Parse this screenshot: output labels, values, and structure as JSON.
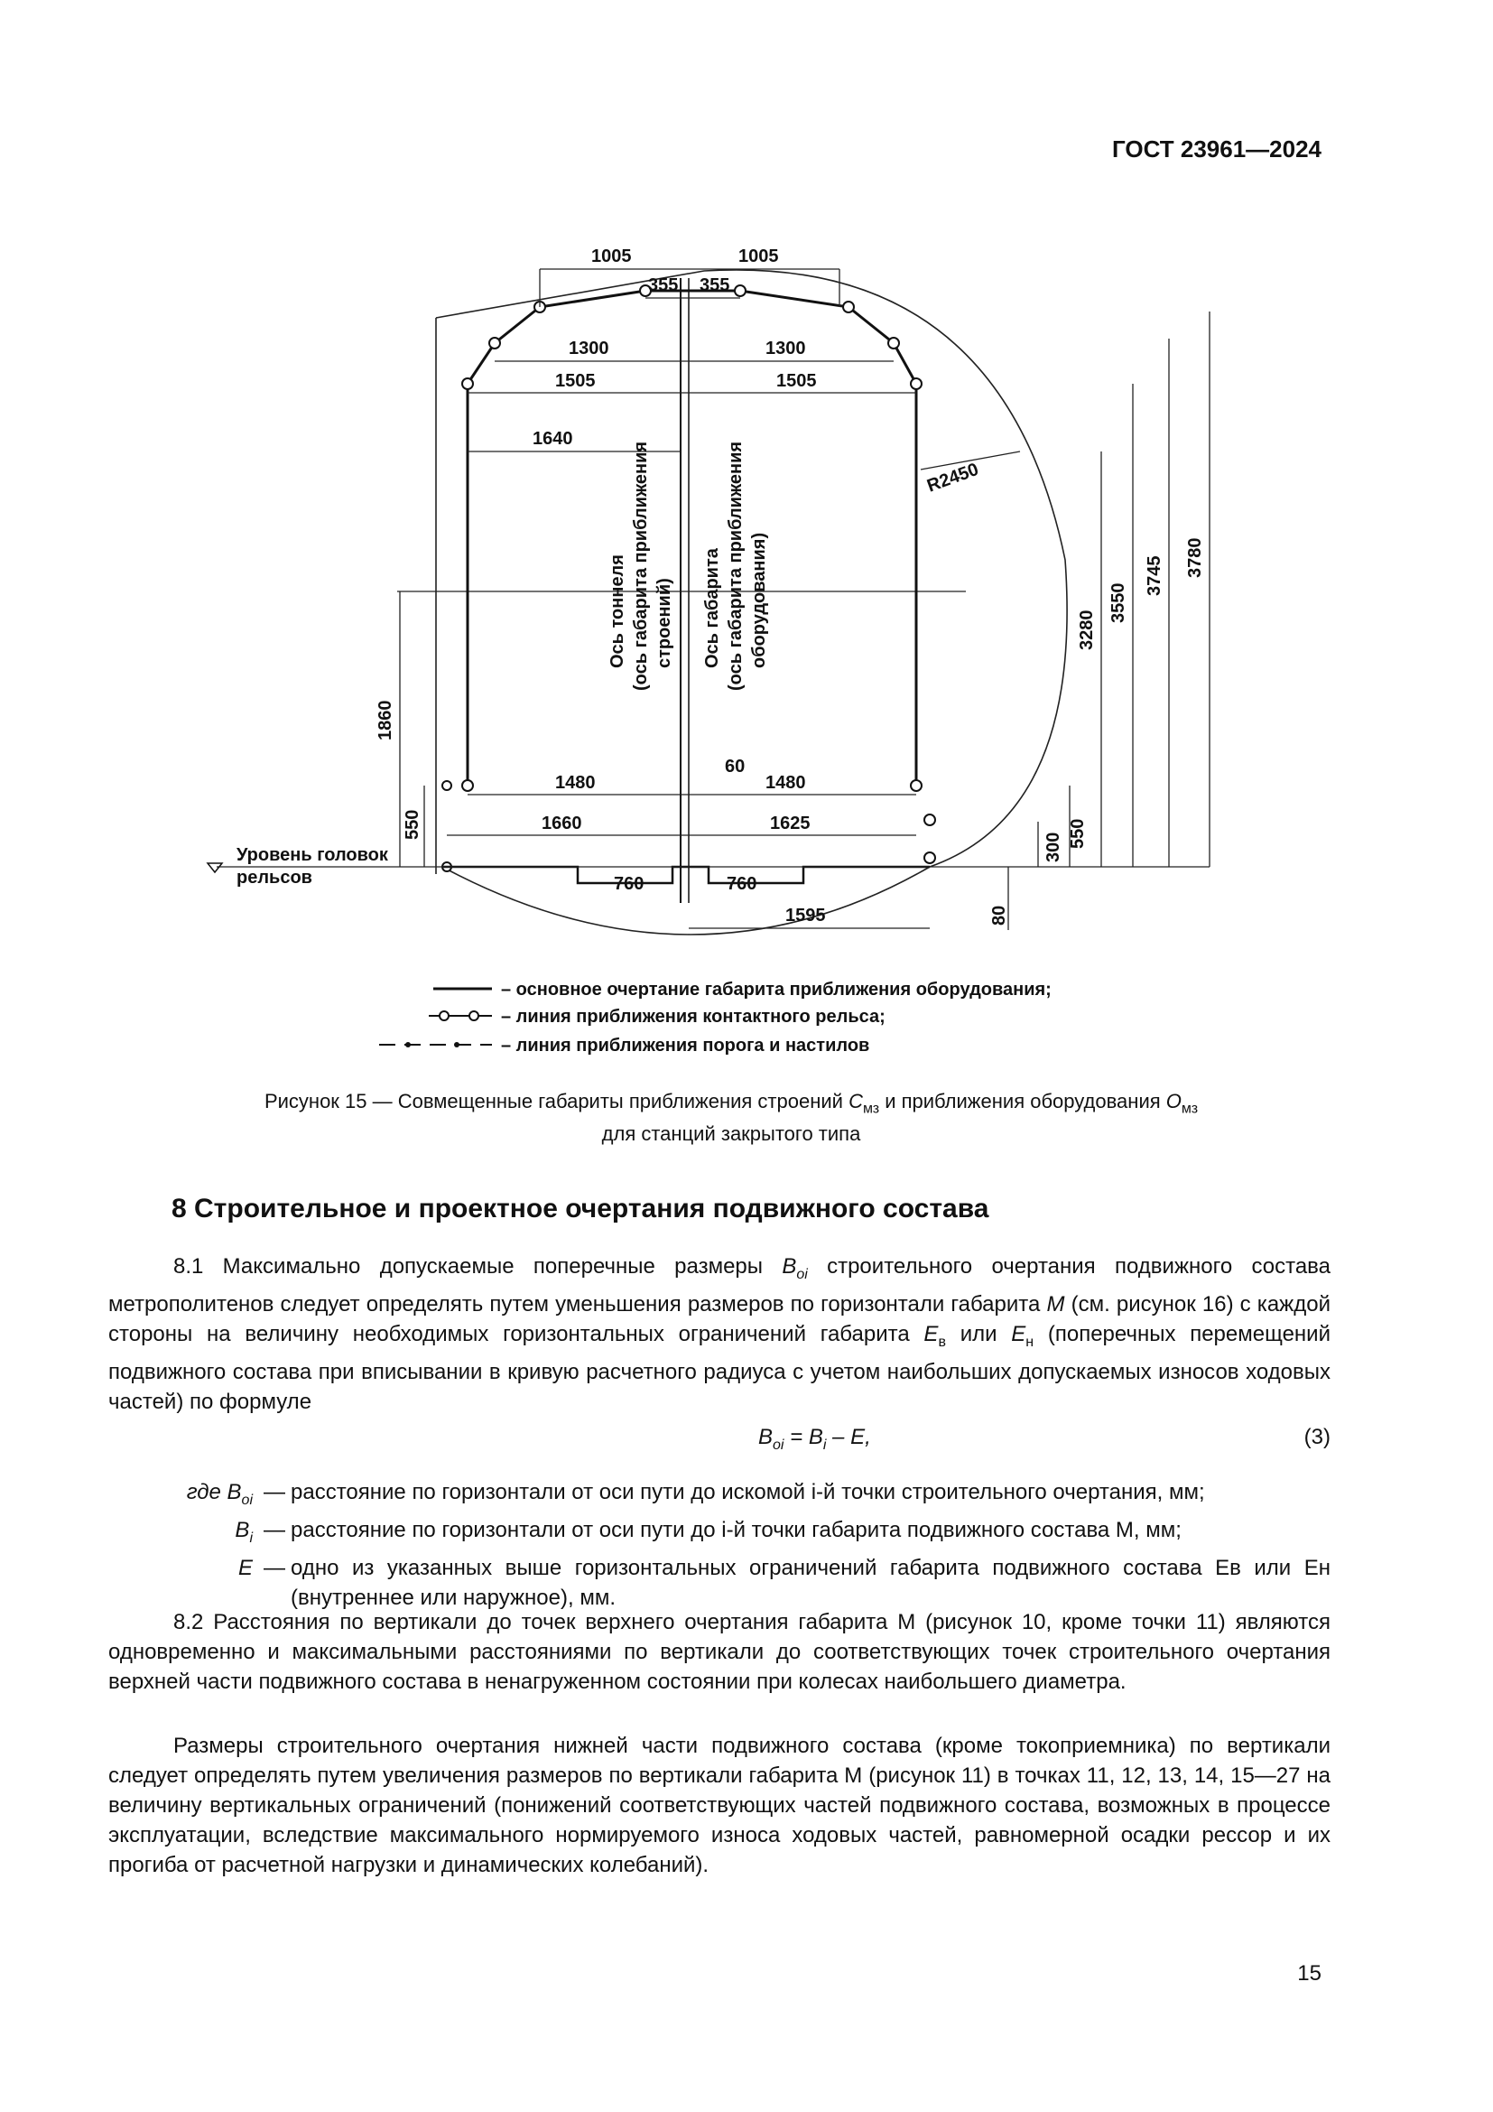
{
  "header": {
    "standard": "ГОСТ 23961—2024"
  },
  "figure": {
    "dims_top": [
      "1005",
      "1005",
      "355",
      "355",
      "1300",
      "1300",
      "1505",
      "1505",
      "1640"
    ],
    "radius": "R2450",
    "dims_right": [
      "3280",
      "3550",
      "3745",
      "3780"
    ],
    "dims_left": [
      "1860",
      "550"
    ],
    "dims_bottom": [
      "60",
      "1480",
      "1480",
      "1660",
      "1625",
      "760",
      "760",
      "1595"
    ],
    "dims_small_right": [
      "300",
      "550",
      "80"
    ],
    "axis_tunnel": [
      "Ось тоннеля",
      "(ось габарита приближения",
      "строений)"
    ],
    "axis_gauge": [
      "Ось габарита",
      "(ось габарита приближения",
      "оборудования)"
    ],
    "rail_level": [
      "Уровень головок",
      "рельсов"
    ],
    "legend": [
      "– основное очертание габарита приближения оборудования;",
      "– линия приближения контактного рельса;",
      "– линия приближения порога и настилов"
    ]
  },
  "caption": {
    "part1": "Рисунок 15 — Совмещенные габариты приближения строений ",
    "sym1": "С",
    "sub1": "мз",
    "part2": " и приближения оборудования ",
    "sym2": "О",
    "sub2": "мз",
    "line2": "для станций закрытого типа"
  },
  "section": {
    "title": "8 Строительное и проектное очертания подвижного состава"
  },
  "p81": {
    "a": "8.1 Максимально допускаемые поперечные размеры ",
    "b": "B",
    "b_sub": "oi",
    "c": " строительного очертания подвижного состава метрополитенов следует определять путем уменьшения размеров по горизонтали габарита ",
    "d": "M",
    "e": " (см. рисунок 16) с каждой стороны на величину необходимых горизонтальных ограничений габарита ",
    "f": "E",
    "f_sub": "в",
    "g": " или ",
    "h": "E",
    "h_sub": "н",
    "i": " (поперечных перемещений подвижного состава при вписывании в кривую расчетного радиуса с учетом наибольших допускаемых износов ходовых частей) по формуле"
  },
  "formula": {
    "lhs": "B",
    "lhs_sub": "oi",
    "rhs": " = B",
    "rhs_sub": "i",
    "tail": " – E,",
    "number": "(3)"
  },
  "definitions": [
    {
      "term_pre": "где B",
      "term_sub": "oi",
      "text": "расстояние по горизонтали от оси пути до искомой i-й точки строительного очертания, мм;"
    },
    {
      "term_pre": "B",
      "term_sub": "i",
      "text": "расстояние по горизонтали от оси пути до i-й точки габарита подвижного состава M, мм;"
    },
    {
      "term_pre": "E",
      "term_sub": "",
      "text": "одно из указанных выше горизонтальных ограничений габарита подвижного состава Eв или Eн (внутреннее или наружное), мм."
    }
  ],
  "p82": "8.2 Расстояния по вертикали до точек верхнего очертания габарита M (рисунок 10, кроме точки 11) являются одновременно и максимальными расстояниями по вертикали до соответствующих точек строительного очертания верхней части подвижного состава в ненагруженном состоянии при колесах наибольшего диаметра.",
  "p83": "Размеры строительного очертания нижней части подвижного состава (кроме токоприемника) по вертикали следует определять путем увеличения размеров по вертикали габарита M (рисунок 11) в точках 11, 12, 13, 14, 15—27 на величину вертикальных ограничений (понижений соответствующих частей подвижного состава, возможных в процессе эксплуатации, вследствие максимального нормируемого износа ходовых частей, равномерной осадки рессор и их прогиба от расчетной нагрузки и динамических колебаний).",
  "page_number": "15"
}
